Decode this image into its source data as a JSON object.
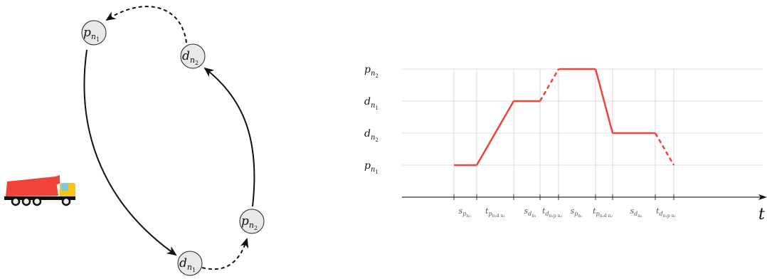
{
  "nodes": {
    "p1": {
      "main": "p",
      "sub": "n",
      "subsub": "1"
    },
    "d2": {
      "main": "d",
      "sub": "n",
      "subsub": "2"
    },
    "p2": {
      "main": "p",
      "sub": "n",
      "subsub": "2"
    },
    "d1": {
      "main": "d",
      "sub": "n",
      "subsub": "1"
    }
  },
  "colors": {
    "path": "#f0433a",
    "truck_body": "#f0433a",
    "truck_cab": "#f5c518",
    "truck_window": "#7ec8e3",
    "node_fill": "#e8e8e8"
  },
  "chart_data": {
    "type": "line",
    "y_levels": [
      {
        "main": "p",
        "sub": "n",
        "subsub": "2"
      },
      {
        "main": "d",
        "sub": "n",
        "subsub": "1"
      },
      {
        "main": "d",
        "sub": "n",
        "subsub": "2"
      },
      {
        "main": "p",
        "sub": "n",
        "subsub": "1"
      }
    ],
    "x_ticks": [
      {
        "main": "s",
        "sub": "p",
        "subsub": "n₁"
      },
      {
        "main": "t",
        "sub": "p",
        "subsub": "n₁d n₁"
      },
      {
        "main": "s",
        "sub": "d",
        "subsub": "n₁"
      },
      {
        "main": "t",
        "sub": "d",
        "subsub": "n₁p n₂"
      },
      {
        "main": "s",
        "sub": "p",
        "subsub": "n₂"
      },
      {
        "main": "t",
        "sub": "p",
        "subsub": "n₂d n₂"
      },
      {
        "main": "s",
        "sub": "d",
        "subsub": "n₂"
      },
      {
        "main": "t",
        "sub": "d",
        "subsub": "n₂p n₁"
      }
    ],
    "xlabel": "t",
    "segments": [
      {
        "from": [
          0,
          0
        ],
        "to": [
          1,
          0
        ],
        "style": "solid"
      },
      {
        "from": [
          1,
          0
        ],
        "to": [
          2,
          2
        ],
        "style": "solid"
      },
      {
        "from": [
          2,
          2
        ],
        "to": [
          3,
          2
        ],
        "style": "solid"
      },
      {
        "from": [
          3,
          2
        ],
        "to": [
          4,
          3
        ],
        "style": "dashed"
      },
      {
        "from": [
          4,
          3
        ],
        "to": [
          5,
          3
        ],
        "style": "solid"
      },
      {
        "from": [
          5,
          3
        ],
        "to": [
          6,
          1
        ],
        "style": "solid"
      },
      {
        "from": [
          6,
          1
        ],
        "to": [
          7,
          1
        ],
        "style": "solid"
      },
      {
        "from": [
          7,
          1
        ],
        "to": [
          8,
          0
        ],
        "style": "dashed"
      }
    ],
    "grid": true
  }
}
